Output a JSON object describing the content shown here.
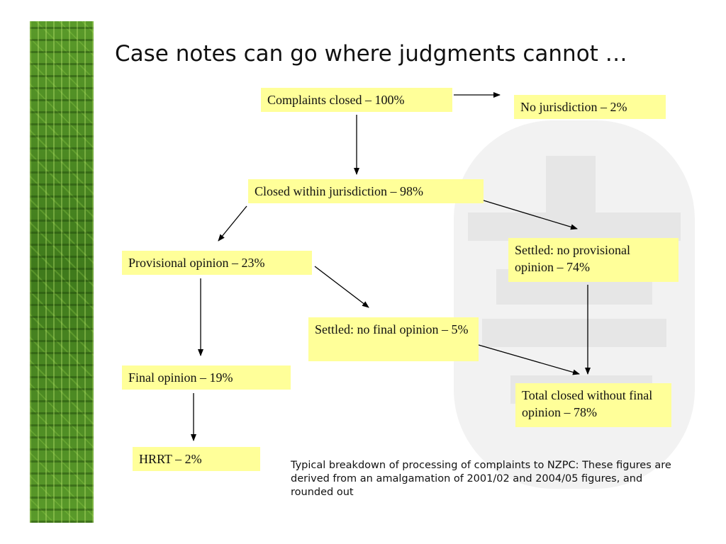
{
  "slide": {
    "title": "Case notes can go where judgments cannot …",
    "caption": "Typical breakdown of processing of complaints to NZPC: These figures are derived from an amalgamation of 2001/02 and 2004/05 figures, and rounded out"
  },
  "flow": {
    "complaints_closed": "Complaints closed – 100%",
    "no_jurisdiction": "No jurisdiction – 2%",
    "closed_within_jurisdiction": "Closed within jurisdiction – 98%",
    "provisional_opinion": "Provisional opinion – 23%",
    "settled_no_provisional": "Settled: no provisional opinion – 74%",
    "settled_no_final": "Settled: no final opinion – 5%",
    "final_opinion": "Final opinion – 19%",
    "total_closed_without_final": "Total closed without final opinion – 78%",
    "hrrt": "HRRT – 2%"
  },
  "colors": {
    "box_fill": "#ffff99",
    "circuit_green": "#4c8a22"
  }
}
